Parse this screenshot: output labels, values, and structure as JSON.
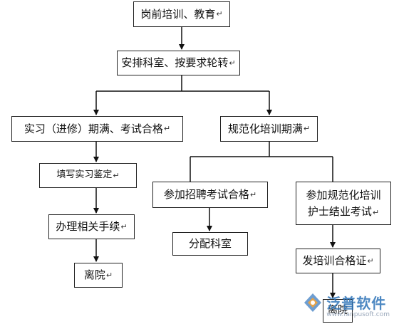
{
  "boxes": {
    "b1": "岗前培训、教育",
    "b2": "安排科室、按要求轮转",
    "b3": "实习（进修）期满、考试合格",
    "b4": "规范化培训期满",
    "b5": "填写实习鉴定",
    "b6": "参加招聘考试合格",
    "b7": "参加规范化培训",
    "b7b": "护士结业考试",
    "b8": "办理相关手续",
    "b9": "分配科室",
    "b10": "发培训合格证",
    "b11": "离院",
    "b12": "离院"
  },
  "watermark": {
    "name": "泛普软件",
    "url": "www.fanpusoft.com"
  }
}
